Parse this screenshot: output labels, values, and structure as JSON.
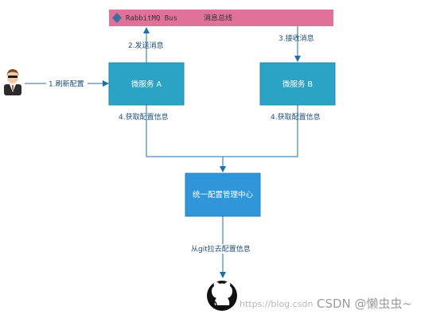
{
  "bus": {
    "icon": "diamond-icon",
    "name": "RabbitMQ Bus",
    "title": "消息总线",
    "color": "#e0729a"
  },
  "nodes": {
    "service_a": "微服务 A",
    "service_b": "微服务 B",
    "config_center": "统一配置管理中心"
  },
  "edges": {
    "refresh": "1.刷新配置",
    "send": "2.发送消息",
    "receive": "3.接收消息",
    "fetch_a": "4.获取配置信息",
    "fetch_b": "4.获取配置信息",
    "pull_git": "从git拉去配置信息"
  },
  "icons": {
    "user": "user-avatar-icon",
    "git": "github-icon"
  },
  "colors": {
    "service": "#2aa3c4",
    "center": "#3196d9",
    "arrow": "#1f6fa8"
  },
  "watermark": {
    "url": "https://blog.csdn",
    "brand": "CSDN @懒虫虫~"
  }
}
